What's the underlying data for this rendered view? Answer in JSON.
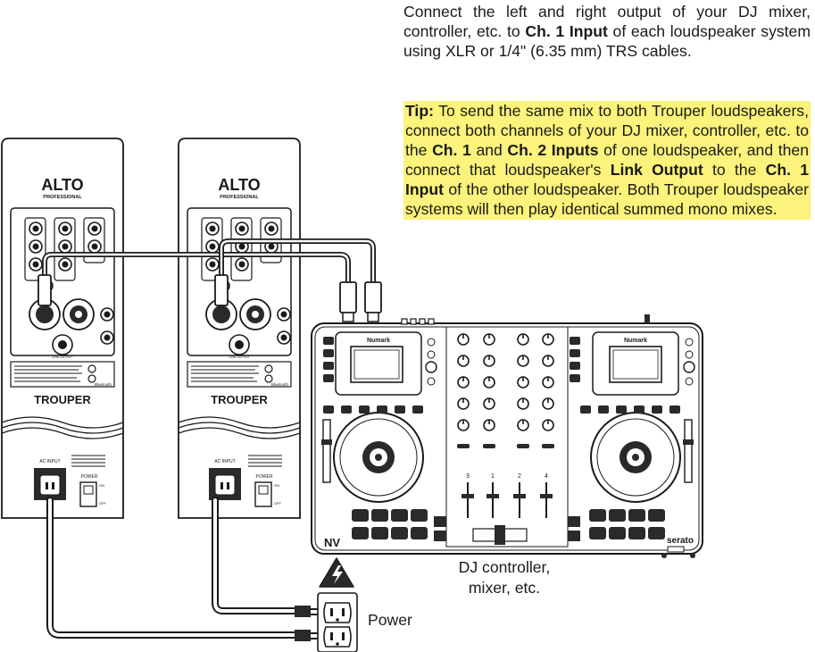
{
  "intro": {
    "p1": "Connect the left and right output of your DJ mixer, controller, etc. to ",
    "b1": "Ch. 1 Input",
    "p2": " of each loudspeaker system using XLR or 1/4\" (6.35 mm) TRS cables."
  },
  "tip": {
    "label": "Tip:",
    "p1": " To send the same mix to both Trouper loudspeakers, connect both channels of your DJ mixer, controller, etc. to the ",
    "b1": "Ch. 1",
    "p2": " and ",
    "b2": "Ch. 2 Inputs",
    "p3": " of one loudspeaker, and then connect that loudspeaker's ",
    "b3": "Link Output",
    "p4": " to the ",
    "b4": "Ch. 1 Input",
    "p5": " of the other loudspeaker. Both Trouper loudspeaker systems will then play identical summed mono mixes."
  },
  "speakers": [
    {
      "brand": "ALTO",
      "brand_sub": "PROFESSIONAL",
      "model": "TROUPER",
      "ac_input_label": "AC INPUT",
      "power_label": "POWER",
      "on_label": "ON",
      "off_label": "OFF",
      "link_output_label": "LINK OUTPUT",
      "bluetooth_label": "Bluetooth"
    },
    {
      "brand": "ALTO",
      "brand_sub": "PROFESSIONAL",
      "model": "TROUPER",
      "ac_input_label": "AC INPUT",
      "power_label": "POWER",
      "on_label": "ON",
      "off_label": "OFF",
      "link_output_label": "LINK OUTPUT",
      "bluetooth_label": "Bluetooth"
    }
  ],
  "controller": {
    "brand": "Numark",
    "model_logo": "NV",
    "software_logo": "serato",
    "channel_numbers": [
      "3",
      "1",
      "2",
      "4"
    ]
  },
  "captions": {
    "dj_line1": "DJ controller,",
    "dj_line2": "mixer, etc.",
    "power": "Power"
  },
  "colors": {
    "tip_highlight": "#fbf37b",
    "ink": "#1a1a1a",
    "device_fill": "#ffffff",
    "dark_fill": "#2a2a2a"
  }
}
